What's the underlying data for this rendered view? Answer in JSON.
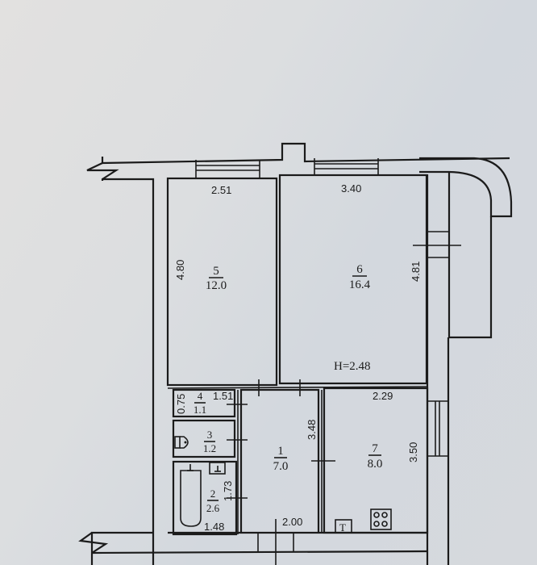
{
  "plan": {
    "ceiling_height": "H=2.48",
    "rooms": [
      {
        "number": "1",
        "area": "7.0"
      },
      {
        "number": "2",
        "area": "2.6"
      },
      {
        "number": "3",
        "area": "1.2"
      },
      {
        "number": "4",
        "area": "1.1"
      },
      {
        "number": "5",
        "area": "12.0"
      },
      {
        "number": "6",
        "area": "16.4"
      },
      {
        "number": "7",
        "area": "8.0"
      }
    ],
    "dimensions": {
      "room5_width": "2.51",
      "room5_height": "4.80",
      "room6_width": "3.40",
      "room6_height": "4.81",
      "room4_width": "1.51",
      "room4_height": "0.75",
      "room1_height": "3.48",
      "room1_width": "2.00",
      "room2_height": "1.73",
      "room2_width": "1.48",
      "room7_width": "2.29",
      "room7_height": "3.50"
    },
    "fixtures": {
      "stove": "stove-icon",
      "water_heater": "Т",
      "toilet": "toilet-icon",
      "bathtub": "bathtub-icon",
      "sink": "sink-icon"
    }
  }
}
